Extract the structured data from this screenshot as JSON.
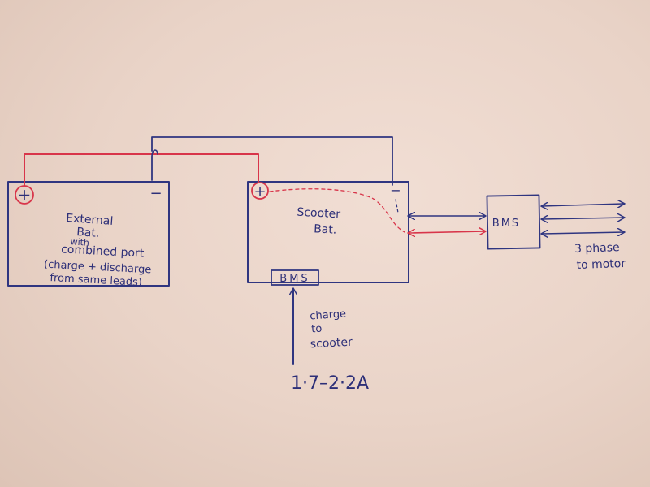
{
  "external_battery": {
    "title_line1": "External",
    "title_line2": "Bat.",
    "title_line3": "with",
    "title_line4": "combined port",
    "title_line5": "(charge + discharge",
    "title_line6": "from same leads)",
    "plus": "+",
    "minus": "−"
  },
  "scooter_battery": {
    "title_line1": "Scooter",
    "title_line2": "Bat.",
    "plus": "+",
    "minus": "−",
    "bms_label": "BMS"
  },
  "controller": {
    "label": "BMS"
  },
  "motor_note": {
    "line1": "3 phase",
    "line2": "to motor"
  },
  "charge_note": {
    "line1": "charge",
    "line2": "to",
    "line3": "scooter",
    "current": "1·7–2·2A"
  },
  "colors": {
    "ink_blue": "#2f3580",
    "ink_red": "#d8354a",
    "paper": "#ecd7cc"
  }
}
